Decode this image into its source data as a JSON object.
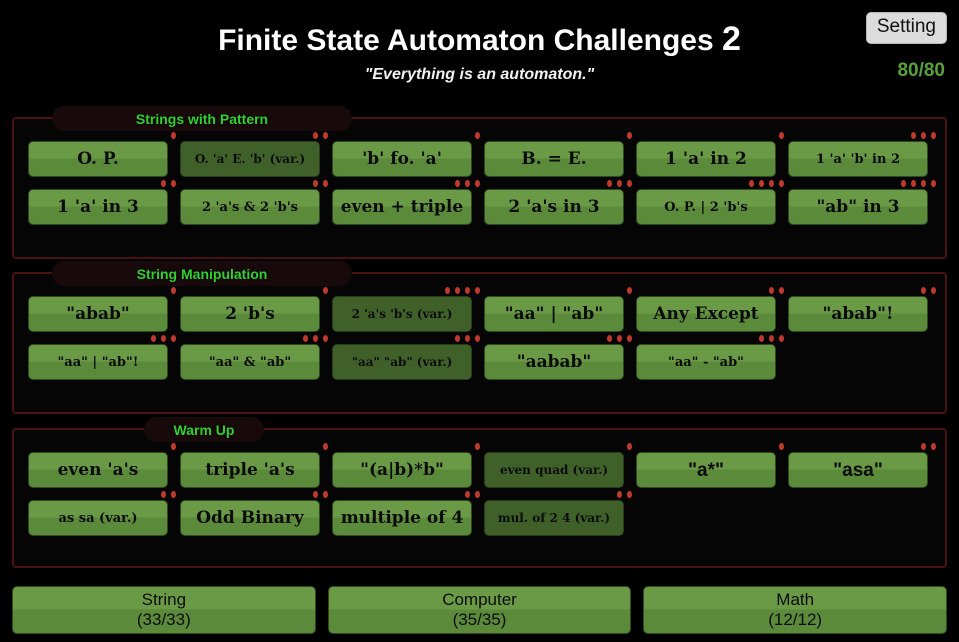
{
  "header": {
    "title_main": "Finite State Automaton Challenges",
    "title_number": "2",
    "subtitle": "\"Everything is an automaton.\"",
    "setting_label": "Setting",
    "score": "80/80",
    "score_color": "#57a03a"
  },
  "theme": {
    "background": "#000000",
    "panel_border": "#4a1212",
    "section_title_color": "#2fd02f",
    "button_green": "#6b9a46",
    "button_green_dark": "#3f6129",
    "dot_color": "#c0392b"
  },
  "sections": [
    {
      "title": "Strings with Pattern",
      "rows": [
        [
          {
            "label": "O. P.",
            "dots": 1,
            "size": "md",
            "style": "normal"
          },
          {
            "label": "O. 'a' E. 'b' (var.)",
            "dots": 2,
            "size": "xs",
            "style": "var"
          },
          {
            "label": "'b' fo. 'a'",
            "dots": 1,
            "size": "md",
            "style": "normal"
          },
          {
            "label": "B. = E.",
            "dots": 1,
            "size": "md",
            "style": "normal"
          },
          {
            "label": "1 'a' in 2",
            "dots": 1,
            "size": "md",
            "style": "normal"
          },
          {
            "label": "1 'a' 'b' in 2",
            "dots": 3,
            "size": "sm",
            "style": "normal"
          }
        ],
        [
          {
            "label": "1 'a' in 3",
            "dots": 2,
            "size": "md",
            "style": "normal"
          },
          {
            "label": "2 'a's & 2 'b's",
            "dots": 2,
            "size": "sm",
            "style": "normal"
          },
          {
            "label": "even + triple",
            "dots": 3,
            "size": "md",
            "style": "normal"
          },
          {
            "label": "2 'a's in 3",
            "dots": 3,
            "size": "md",
            "style": "normal"
          },
          {
            "label": "O. P. | 2 'b's",
            "dots": 4,
            "size": "sm",
            "style": "normal"
          },
          {
            "label": "\"ab\" in 3",
            "dots": 4,
            "size": "md",
            "style": "normal"
          }
        ]
      ]
    },
    {
      "title": "String Manipulation",
      "rows": [
        [
          {
            "label": "\"abab\"",
            "dots": 1,
            "size": "md",
            "style": "normal"
          },
          {
            "label": "2 'b's",
            "dots": 1,
            "size": "md",
            "style": "normal"
          },
          {
            "label": "2 'a's 'b's (var.)",
            "dots": 4,
            "size": "xs",
            "style": "var"
          },
          {
            "label": "\"aa\" | \"ab\"",
            "dots": 1,
            "size": "md",
            "style": "normal"
          },
          {
            "label": "Any Except",
            "dots": 2,
            "size": "md",
            "style": "normal"
          },
          {
            "label": "\"abab\"!",
            "dots": 2,
            "size": "md",
            "style": "normal"
          }
        ],
        [
          {
            "label": "\"aa\" | \"ab\"!",
            "dots": 3,
            "size": "sm",
            "style": "normal"
          },
          {
            "label": "\"aa\" & \"ab\"",
            "dots": 3,
            "size": "sm",
            "style": "normal"
          },
          {
            "label": "\"aa\" \"ab\" (var.)",
            "dots": 3,
            "size": "xs",
            "style": "var"
          },
          {
            "label": "\"aabab\"",
            "dots": 3,
            "size": "md",
            "style": "normal"
          },
          {
            "label": "\"aa\" - \"ab\"",
            "dots": 3,
            "size": "sm",
            "style": "normal"
          }
        ]
      ]
    },
    {
      "title": "Warm Up",
      "rows": [
        [
          {
            "label": "even 'a's",
            "dots": 1,
            "size": "md",
            "style": "normal"
          },
          {
            "label": "triple 'a's",
            "dots": 1,
            "size": "md",
            "style": "normal"
          },
          {
            "label": "\"(a|b)*b\"",
            "dots": 1,
            "size": "md",
            "style": "normal"
          },
          {
            "label": "even quad (var.)",
            "dots": 1,
            "size": "xs",
            "style": "var"
          },
          {
            "label": "\"a*\"",
            "dots": 1,
            "size": "md",
            "style": "sans"
          },
          {
            "label": "\"asa\"",
            "dots": 2,
            "size": "md",
            "style": "sans"
          }
        ],
        [
          {
            "label": "as sa (var.)",
            "dots": 2,
            "size": "sm",
            "style": "normal"
          },
          {
            "label": "Odd Binary",
            "dots": 2,
            "size": "md",
            "style": "normal"
          },
          {
            "label": "multiple of 4",
            "dots": 2,
            "size": "md",
            "style": "normal"
          },
          {
            "label": "mul. of 2 4 (var.)",
            "dots": 2,
            "size": "xs",
            "style": "var"
          }
        ]
      ]
    }
  ],
  "footer": {
    "categories": [
      {
        "name": "String",
        "count": "(33/33)"
      },
      {
        "name": "Computer",
        "count": "(35/35)"
      },
      {
        "name": "Math",
        "count": "(12/12)"
      }
    ]
  }
}
